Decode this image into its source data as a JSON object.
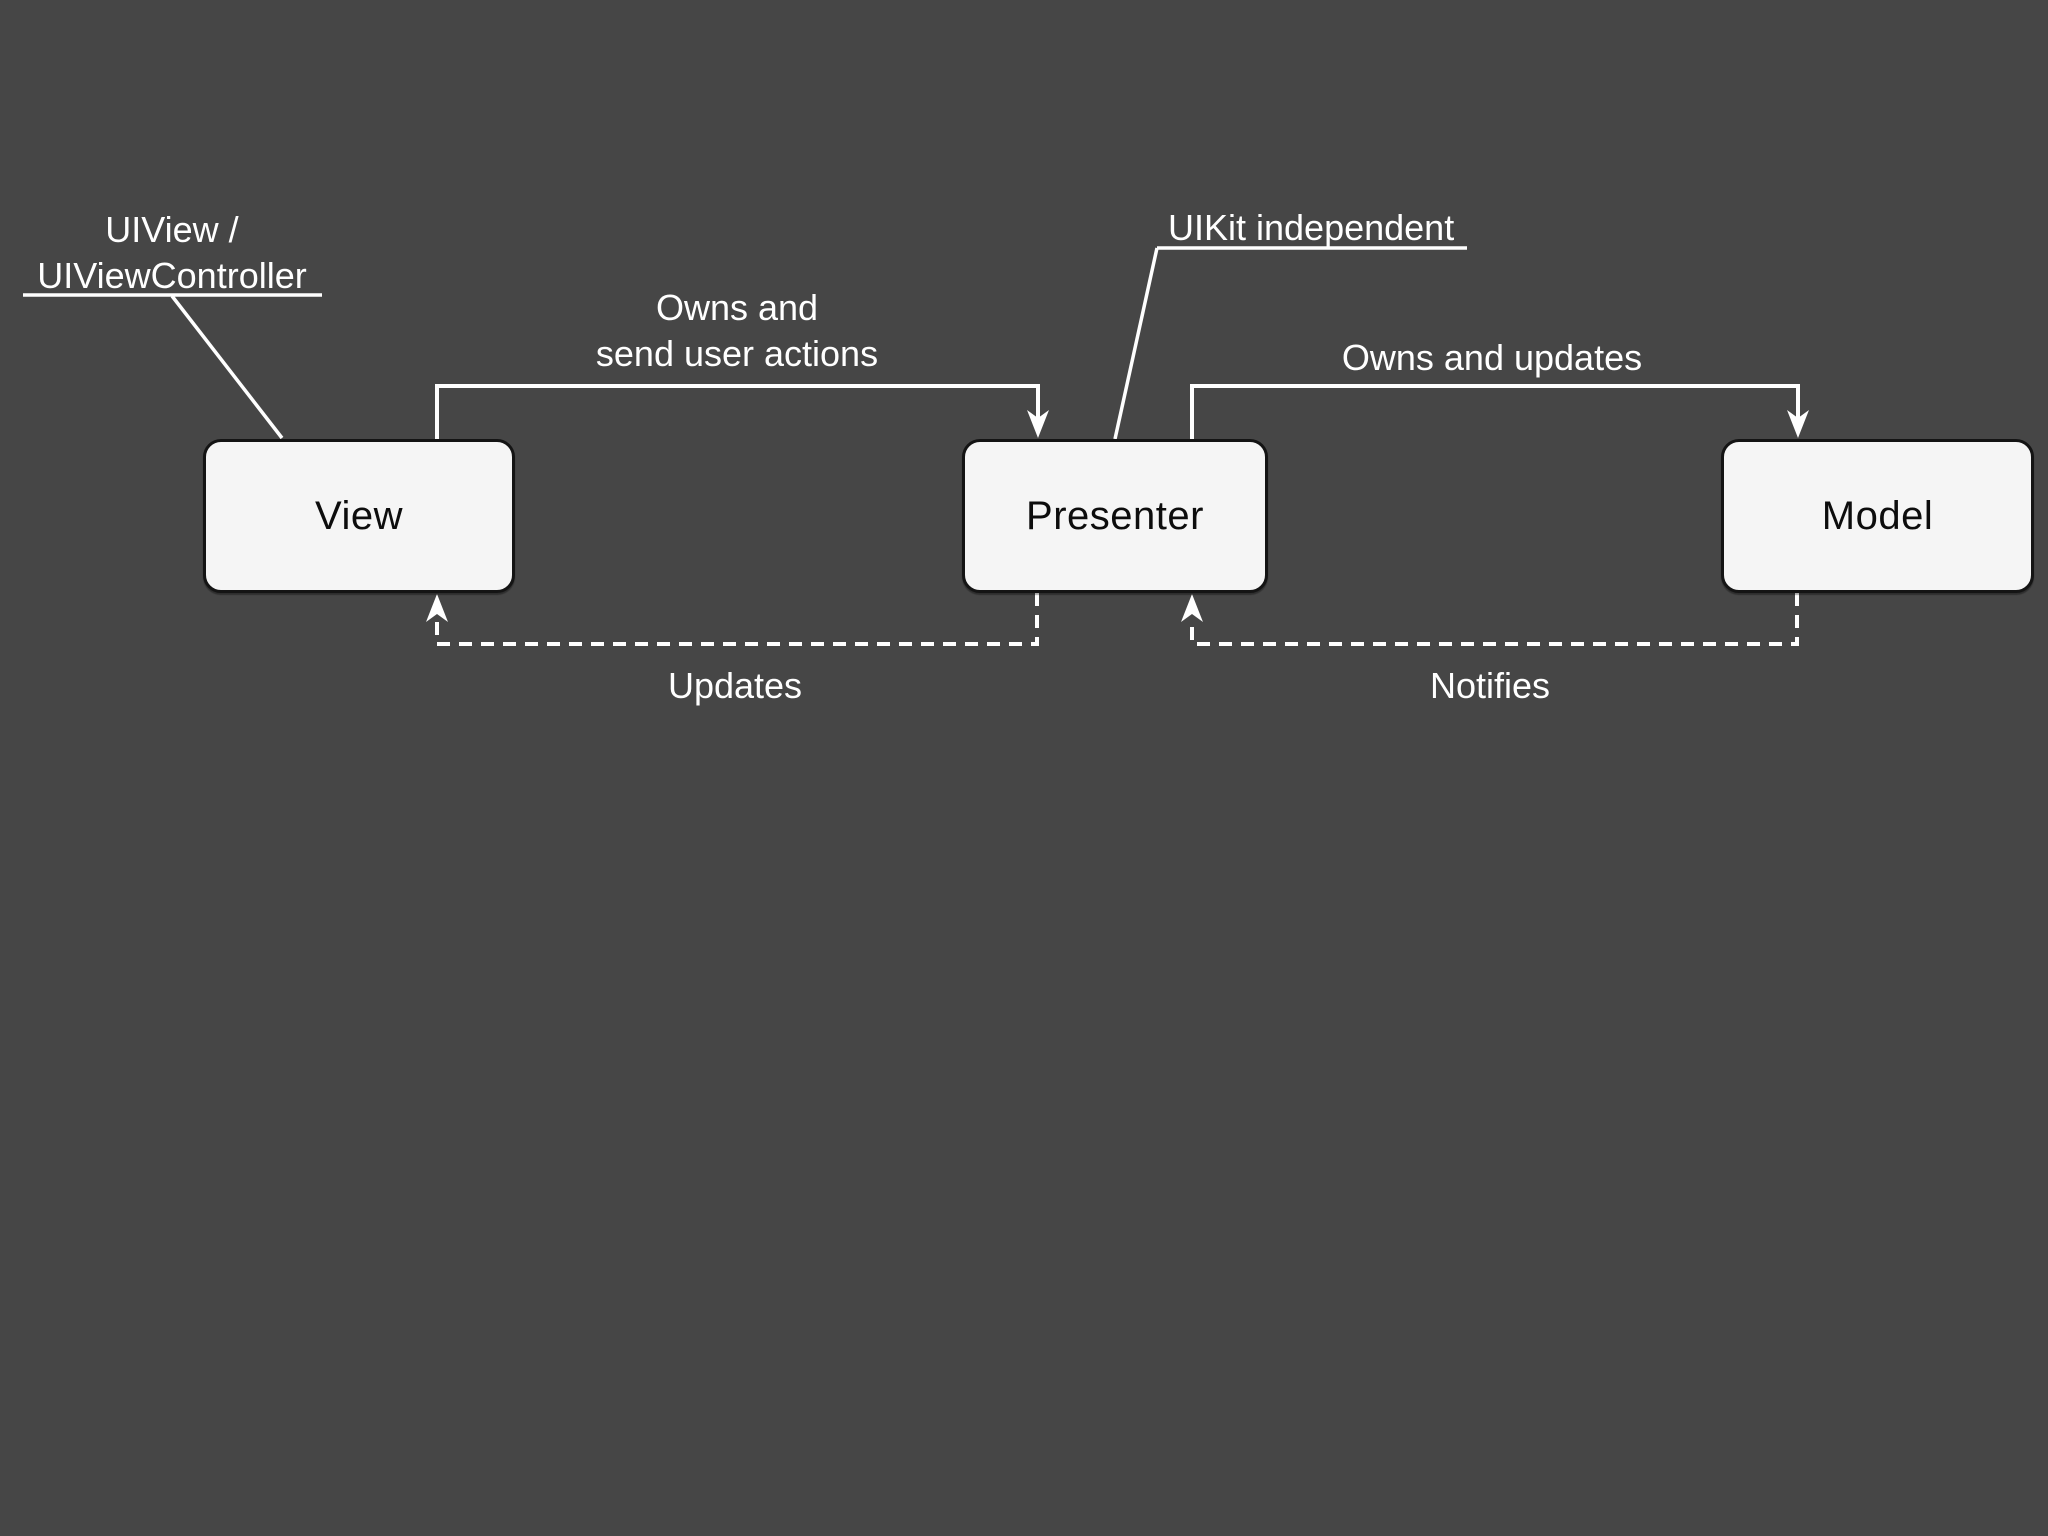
{
  "canvas": {
    "background": "#464646",
    "line_color": "#ffffff",
    "box_fill": "#f5f5f5",
    "box_border": "#141414",
    "box_text_color": "#0d0d0d",
    "label_text_color": "#ffffff"
  },
  "diagram": {
    "type": "architecture-diagram",
    "pattern": "Model-View-Presenter",
    "nodes": [
      {
        "id": "view",
        "label": "View"
      },
      {
        "id": "presenter",
        "label": "Presenter"
      },
      {
        "id": "model",
        "label": "Model"
      }
    ],
    "edges": [
      {
        "id": "view-to-presenter",
        "style": "solid",
        "from": "View",
        "to": "Presenter",
        "label_line1": "Owns and",
        "label_line2": "send user actions"
      },
      {
        "id": "presenter-to-model",
        "style": "solid",
        "from": "Presenter",
        "to": "Model",
        "label": "Owns and updates"
      },
      {
        "id": "presenter-to-view",
        "style": "dashed",
        "from": "Presenter",
        "to": "View",
        "label": "Updates"
      },
      {
        "id": "model-to-presenter",
        "style": "dashed",
        "from": "Model",
        "to": "Presenter",
        "label": "Notifies"
      }
    ],
    "annotations": [
      {
        "id": "view-note",
        "target": "View",
        "line1": "UIView /",
        "line2": "UIViewController"
      },
      {
        "id": "presenter-note",
        "target": "Presenter",
        "text": "UIKit independent"
      }
    ]
  }
}
